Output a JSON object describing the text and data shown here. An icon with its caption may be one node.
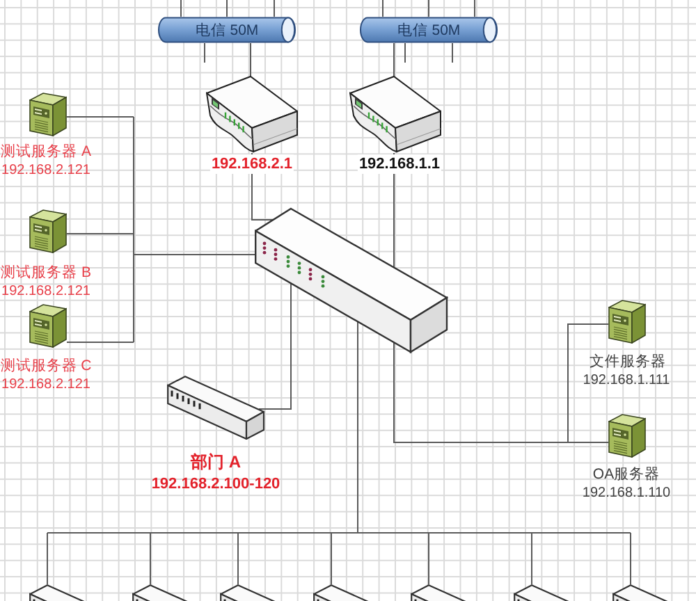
{
  "diagram": {
    "nodes": [
      {
        "text": [
          "电信 50M"
        ]
      },
      {
        "text": [
          "电信 50M"
        ]
      },
      {
        "text": [],
        "shape": "picture",
        "beside": [
          "192.168.2.1"
        ]
      },
      {
        "text": [],
        "shape": "picture",
        "beside": [
          "192.168.1.1"
        ]
      },
      {
        "text": [],
        "shape": "picture"
      },
      {
        "text": [],
        "shape": "picture",
        "beside": [
          "测试服务器 A",
          "192.168.2.121"
        ]
      },
      {
        "text": [],
        "shape": "picture",
        "beside": [
          "测试服务器 B",
          "192.168.2.121"
        ]
      },
      {
        "text": [],
        "shape": "picture",
        "beside": [
          "测试服务器 C",
          "192.168.2.121"
        ]
      },
      {
        "text": [],
        "shape": "picture",
        "beside": [
          "文件服务器",
          "192.168.1.111"
        ]
      },
      {
        "text": [],
        "shape": "picture",
        "beside": [
          "OA服务器",
          "192.168.1.110"
        ]
      },
      {
        "text": [],
        "shape": "picture",
        "beside": [
          "部门 A",
          "192.168.2.100-120"
        ]
      },
      {
        "text": [],
        "shape": "picture"
      },
      {
        "text": [],
        "shape": "picture"
      },
      {
        "text": [],
        "shape": "picture"
      },
      {
        "text": [],
        "shape": "picture"
      },
      {
        "text": [],
        "shape": "picture"
      },
      {
        "text": [],
        "shape": "picture"
      },
      {
        "text": [],
        "shape": "picture"
      }
    ],
    "edges": [
      {
        "from": null,
        "to": 0,
        "arrow": "none"
      },
      {
        "from": null,
        "to": 0,
        "arrow": "none"
      },
      {
        "from": null,
        "to": 0,
        "arrow": "none"
      },
      {
        "from": null,
        "to": 1,
        "arrow": "none"
      },
      {
        "from": null,
        "to": 1,
        "arrow": "none"
      },
      {
        "from": null,
        "to": 1,
        "arrow": "none"
      },
      {
        "from": 0,
        "to": null,
        "arrow": "none"
      },
      {
        "from": 1,
        "to": null,
        "arrow": "none"
      },
      {
        "from": 1,
        "to": null,
        "arrow": "none"
      },
      {
        "from": 0,
        "to": 2,
        "arrow": "none"
      },
      {
        "from": 1,
        "to": 3,
        "arrow": "none"
      },
      {
        "from": 2,
        "to": 4,
        "arrow": "none"
      },
      {
        "from": 3,
        "to": 4,
        "arrow": "none"
      },
      {
        "from": 5,
        "to": 4,
        "arrow": "none"
      },
      {
        "from": 6,
        "to": 4,
        "arrow": "none"
      },
      {
        "from": 7,
        "to": 4,
        "arrow": "none"
      },
      {
        "from": 4,
        "to": 10,
        "arrow": "none"
      },
      {
        "from": 4,
        "to": 8,
        "arrow": "none"
      },
      {
        "from": 4,
        "to": 9,
        "arrow": "none"
      },
      {
        "from": 4,
        "to": 11,
        "arrow": "none"
      },
      {
        "from": 4,
        "to": 12,
        "arrow": "none"
      },
      {
        "from": 4,
        "to": 13,
        "arrow": "none"
      },
      {
        "from": 4,
        "to": 14,
        "arrow": "none"
      },
      {
        "from": 4,
        "to": 15,
        "arrow": "none"
      },
      {
        "from": 4,
        "to": 16,
        "arrow": "none"
      },
      {
        "from": 4,
        "to": 17,
        "arrow": "none"
      }
    ]
  }
}
